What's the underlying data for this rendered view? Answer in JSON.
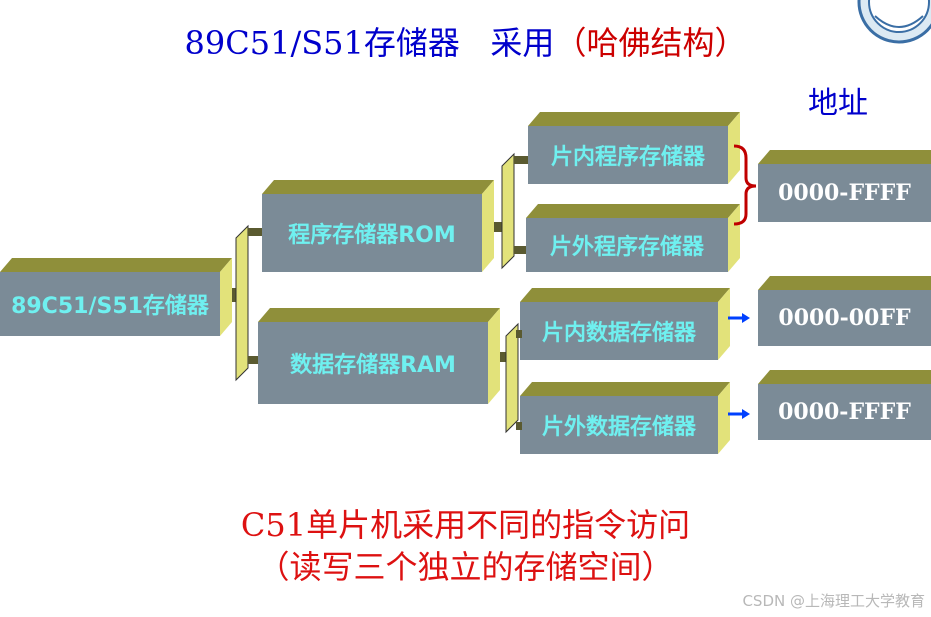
{
  "title": {
    "part1": "89C51/S51存储器",
    "part2": "采用",
    "part3": "（哈佛结构）"
  },
  "address_heading": "地址",
  "boxes": {
    "root": "89C51/S51存储器",
    "rom": "程序存储器ROM",
    "ram": "数据存储器RAM",
    "rom_internal": "片内程序存储器",
    "rom_external": "片外程序存储器",
    "ram_internal": "片内数据存储器",
    "ram_external": "片外数据存储器"
  },
  "addresses": {
    "rom": "0000-FFFF",
    "ram_internal": "0000-00FF",
    "ram_external": "0000-FFFF"
  },
  "caption": {
    "line1": "C51单片机采用不同的指令访问",
    "line2": "（读写三个独立的存储空间）"
  },
  "watermark": "CSDN @上海理工大学教育",
  "colors": {
    "box_front": "#7b8b97",
    "box_top": "#8f8f3a",
    "box_side": "#e2e27a",
    "box_text": "#6ff0f0",
    "title_blue": "#0000cc",
    "title_red": "#cc0000",
    "caption_red": "#dd1111",
    "brace_red": "#c00000",
    "arrow_blue": "#0040ff"
  }
}
